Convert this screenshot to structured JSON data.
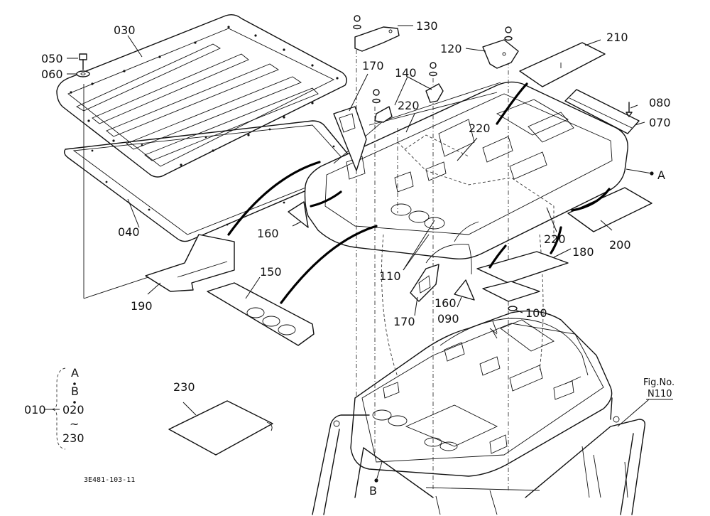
{
  "callouts": [
    {
      "id": "030",
      "text": "030"
    },
    {
      "id": "040",
      "text": "040"
    },
    {
      "id": "050",
      "text": "050"
    },
    {
      "id": "060",
      "text": "060"
    },
    {
      "id": "070",
      "text": "070"
    },
    {
      "id": "080",
      "text": "080"
    },
    {
      "id": "090",
      "text": "090"
    },
    {
      "id": "100",
      "text": "100"
    },
    {
      "id": "110",
      "text": "110"
    },
    {
      "id": "120",
      "text": "120"
    },
    {
      "id": "130",
      "text": "130"
    },
    {
      "id": "140",
      "text": "140"
    },
    {
      "id": "150",
      "text": "150"
    },
    {
      "id": "160a",
      "text": "160"
    },
    {
      "id": "160b",
      "text": "160"
    },
    {
      "id": "170a",
      "text": "170"
    },
    {
      "id": "170b",
      "text": "170"
    },
    {
      "id": "180",
      "text": "180"
    },
    {
      "id": "190",
      "text": "190"
    },
    {
      "id": "200",
      "text": "200"
    },
    {
      "id": "210",
      "text": "210"
    },
    {
      "id": "220a",
      "text": "220"
    },
    {
      "id": "220b",
      "text": "220"
    },
    {
      "id": "220c",
      "text": "220"
    },
    {
      "id": "230",
      "text": "230"
    }
  ],
  "refs": {
    "A": "A",
    "B": "B"
  },
  "assembly": {
    "number": "010",
    "includes_a": "A",
    "includes_b": "B",
    "range_start": "020",
    "range_sep": "~",
    "range_end": "230"
  },
  "figure_ref": {
    "line1": "Fig.No.",
    "line2": "N110"
  },
  "drawing_code": "3E481-103-11"
}
